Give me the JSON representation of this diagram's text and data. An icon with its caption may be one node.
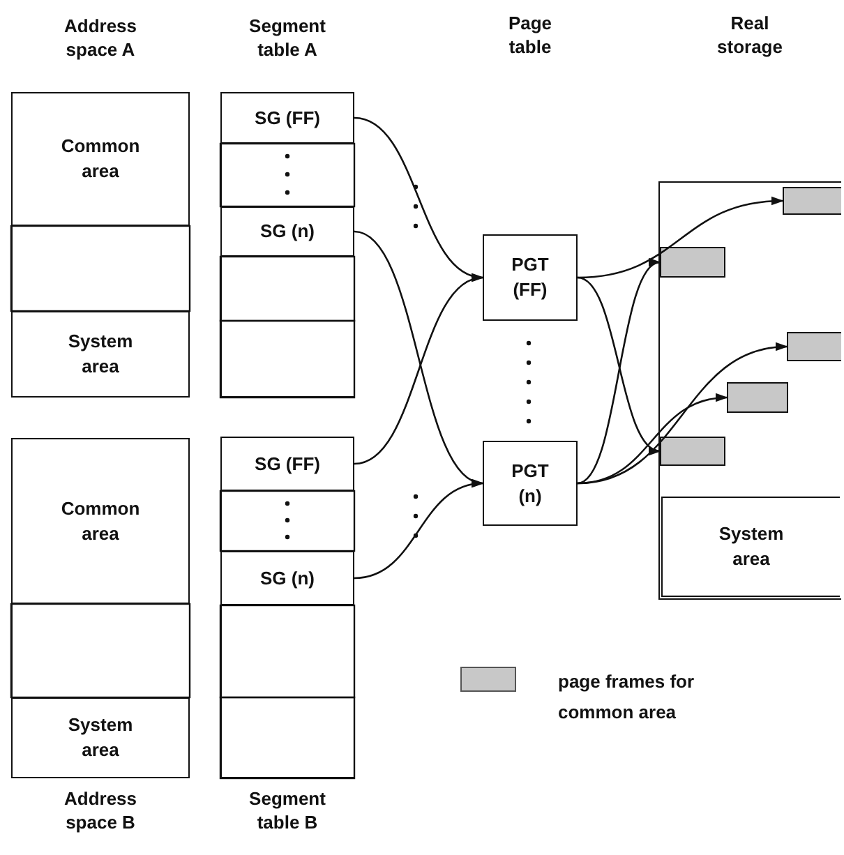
{
  "diagram": {
    "nodes": [
      {
        "text": [
          "Address space A"
        ]
      },
      {
        "text": [
          "Common area"
        ],
        "in": 0
      },
      {
        "text": [
          "System area"
        ],
        "in": 0
      },
      {
        "text": [
          "Segment table A"
        ]
      },
      {
        "text": [
          "SG (FF)"
        ],
        "in": 3
      },
      {
        "text": [
          "SG (n)"
        ],
        "in": 3
      },
      {
        "text": [
          "PGT (FF)"
        ]
      },
      {
        "text": [
          "PGT (n)"
        ]
      },
      {
        "text": [
          "Real storage"
        ]
      },
      {
        "text": [],
        "shape": "box",
        "in": 8
      },
      {
        "text": [],
        "shape": "box",
        "in": 8
      },
      {
        "text": [],
        "shape": "box",
        "in": 8
      },
      {
        "text": [],
        "shape": "box",
        "in": 8
      },
      {
        "text": [],
        "shape": "box",
        "in": 8
      },
      {
        "text": [
          "System area"
        ],
        "in": 8
      },
      {
        "text": [
          "Address space B"
        ]
      },
      {
        "text": [
          "Common area"
        ],
        "in": 15
      },
      {
        "text": [
          "System area"
        ],
        "in": 15
      },
      {
        "text": [
          "Segment table B"
        ]
      },
      {
        "text": [
          "SG (FF)"
        ],
        "in": 18
      },
      {
        "text": [
          "SG (n)"
        ],
        "in": 18
      }
    ],
    "edges": [
      {
        "from": 4,
        "to": 6,
        "arrow": "to"
      },
      {
        "from": 5,
        "to": 7,
        "arrow": "to"
      },
      {
        "from": 19,
        "to": 6,
        "arrow": "to"
      },
      {
        "from": 20,
        "to": 7,
        "arrow": "to"
      },
      {
        "from": 6,
        "to": 9,
        "arrow": "to"
      },
      {
        "from": 6,
        "to": 13,
        "arrow": "to"
      },
      {
        "from": 7,
        "to": 10,
        "arrow": "to"
      },
      {
        "from": 7,
        "to": 11,
        "arrow": "to"
      },
      {
        "from": 7,
        "to": 12,
        "arrow": "to"
      }
    ],
    "labels": [
      "Page table"
    ],
    "legend": [
      {
        "text": "page frames for common area",
        "color": "#c8c8c8"
      }
    ]
  }
}
